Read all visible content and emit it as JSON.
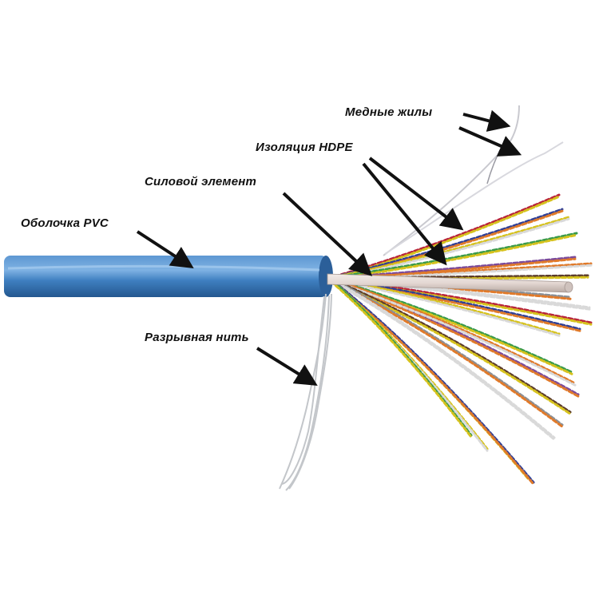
{
  "figure": {
    "labels": {
      "copper_conductors": "Медные жилы",
      "hdpe_insulation": "Изоляция HDPE",
      "strength_member": "Силовой элемент",
      "pvc_jacket": "Оболочка PVC",
      "rip_cord": "Разрывная нить"
    },
    "colors": {
      "jacket": "#3f7fc0",
      "jacket_dark": "#24578f",
      "jacket_light": "#7fb2e3",
      "strength_member": "#e3d7d2",
      "rip_cord": "#c9cbce",
      "arrow": "#111111",
      "wire_palette": [
        "#b8243a",
        "#2f3f96",
        "#d6c21d",
        "#3a9a4a",
        "#7b4a9a",
        "#e07a2a",
        "#5b3b2a",
        "#8a8f96",
        "#d9d9d9"
      ]
    }
  }
}
